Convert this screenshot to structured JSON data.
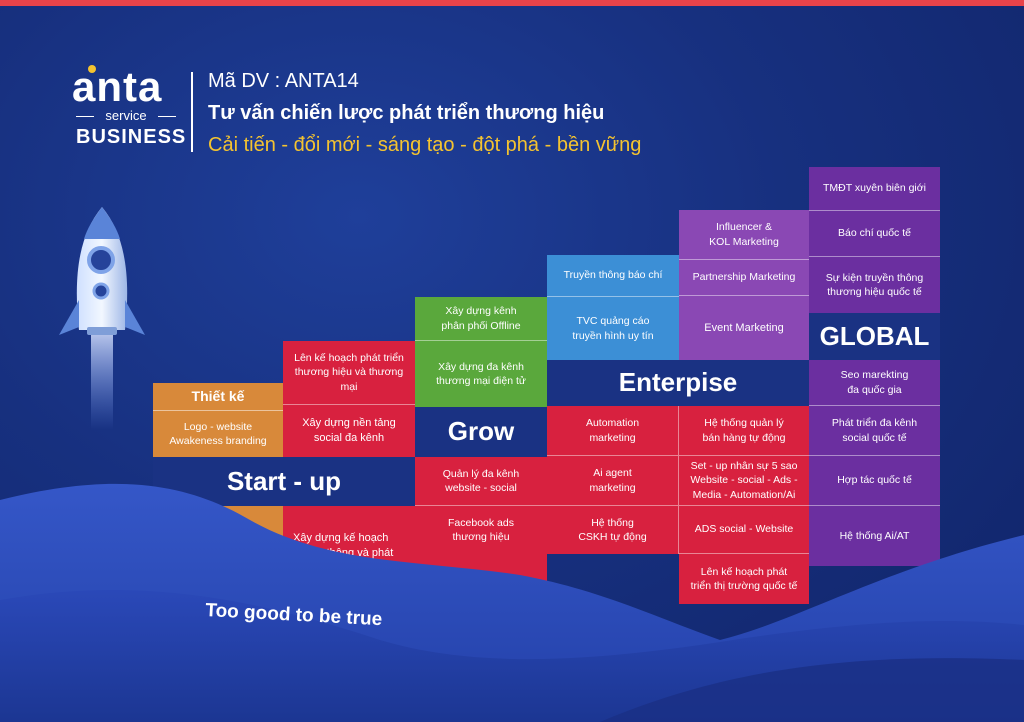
{
  "brand": {
    "logo_text": "anta",
    "service": "service",
    "business": "BUSINESS"
  },
  "header": {
    "code": "Mã DV : ANTA14",
    "title": "Tư vấn chiến lược phát triển thương hiệu",
    "slogan": "Cải tiến - đổi mới - sáng tạo - đột phá - bền vững"
  },
  "colors": {
    "orange": "#d8893a",
    "crimson": "#d8213f",
    "navy": "#1a3283",
    "green": "#5aa83c",
    "sky": "#3c8fd6",
    "purple": "#8a48b4",
    "dark_purple": "#6b2fa0"
  },
  "stages": {
    "startup": {
      "title": "Start - up",
      "orange_header": "Thiết kế",
      "orange_body": "Logo - website\nAwakeness branding",
      "red_top": "Lên kế hoạch phát triển\nthương hiệu và thương mại",
      "red_mid": "Xây dựng nền tảng\nsocial đa kênh",
      "red_bottom": "Xây dựng kế hoạch\ntruyền thông và phát\ntriển thương hiệu &\nthương mại 1-5 năm"
    },
    "grow": {
      "title": "Grow",
      "green_top": "Xây dựng kênh\nphân phối Offline",
      "green_bottom": "Xây dựng đa kênh\nthương mại điện tử",
      "red_1": "Quản lý đa kênh\nwebsite - social",
      "red_2": "Facebook ads\nthương hiệu"
    },
    "enterprise": {
      "title": "Enterpise",
      "blue_top": "Truyền thông báo chí",
      "blue_mid": "TVC quảng cáo\ntruyền hình uy tín",
      "purple_1": "Influencer &\nKOL Marketing",
      "purple_2": "Partnership Marketing",
      "purple_3": "Event Marketing",
      "left_1": "Automation\nmarketing",
      "left_2": "Ai agent\nmarketing",
      "left_3": "Hệ thống\nCSKH tự động",
      "right_1": "Hệ thống quản lý\nbán hàng tự động",
      "right_2": "Set - up nhân sự 5 sao\nWebsite - social - Ads -\nMedia - Automation/Ai",
      "right_3": "ADS social - Website",
      "right_4": "Lên kế hoạch phát\ntriển thị trường quốc tế"
    },
    "global": {
      "title": "GLOBAL",
      "top_1": "TMĐT xuyên biên giới",
      "top_2": "Báo chí quốc tế",
      "top_3": "Sự kiện truyền thông\nthương hiệu quốc tế",
      "bottom_1": "Seo marekting\nđa quốc gia",
      "bottom_2": "Phát triển đa kênh\nsocial quốc tế",
      "bottom_3": "Hợp tác quốc tế",
      "bottom_4": "Hệ thống Ai/AT"
    }
  },
  "tagline": "Too good to be true",
  "icons": {
    "rocket": "rocket-icon"
  }
}
